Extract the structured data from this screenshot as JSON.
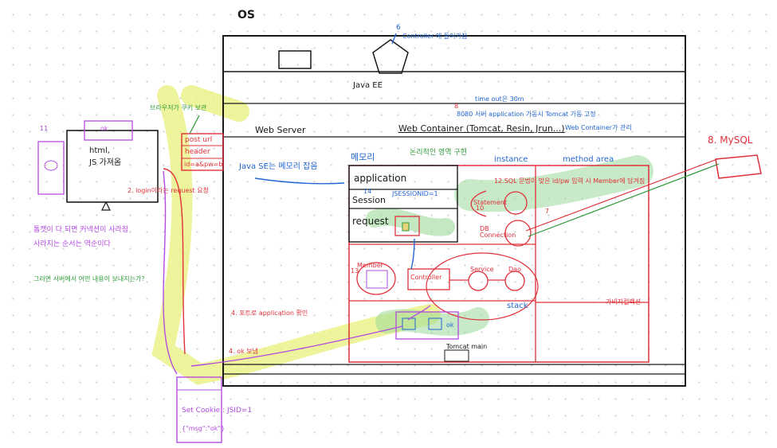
{
  "diagram": {
    "os_label": "OS",
    "controller_note": "Controller 에 들어가짐",
    "java_ee": "Java EE",
    "time_out": "time out은 30m",
    "app_note": "8080 서버 application 가동시 Tomcat 가동 고정",
    "web_container_note": "Web Container가 관리",
    "web_server": "Web Server",
    "web_container": "Web Container (Tomcat, Resin, Jrun...)",
    "java_se_note": "Java SE는 메모리 잡음",
    "memory_label": "메모리",
    "memory_note": "논리적인 영역 구현",
    "instance": "instance",
    "method_area": "method area",
    "application": "application",
    "session": "Session",
    "request": "request",
    "statement": "Statement",
    "db_connection": "DB Connection",
    "member": "Member",
    "controller": "Controller",
    "service": "Service",
    "dao": "Dao",
    "stack": "stack",
    "heap": "가비지컬렉션",
    "mysql": "8. MySQL",
    "sql_note": "12.SQL 문법이 맞은 id/pw 입력 시 Member에 담겨짐",
    "browser_html": "html,",
    "browser_js": "JS 가져옴",
    "browser_ok": "ok",
    "login_req": "2. login이라는 request 요청",
    "post_url": "post url",
    "header": "header",
    "body_val": "id=a&pw=b",
    "jsessionid": "JSESSIONID=1",
    "set_cookie": "Set Cookie : JSID=1",
    "msg": "{\"msg\":\"ok\"}",
    "port_note": "4. 포트로 application 확인",
    "ok_sent": "4. ok 보냄",
    "cookie_note": "브라우저가 쿠키 보관",
    "left_note_1": "톰캣이 다 되면 커넥션이 사라짐",
    "left_note_2": "사라지는 순서는 역순이다",
    "q_note": "그러면 서버에서 어떤 내용이 보내지는가?",
    "num_11": "11",
    "num_6": "6",
    "num_7": "7",
    "num_8": "8",
    "num_10": "10",
    "num_13": "13",
    "num_14": "14",
    "ret_ok": "ok",
    "tomcat_main": "Tomcat main"
  }
}
